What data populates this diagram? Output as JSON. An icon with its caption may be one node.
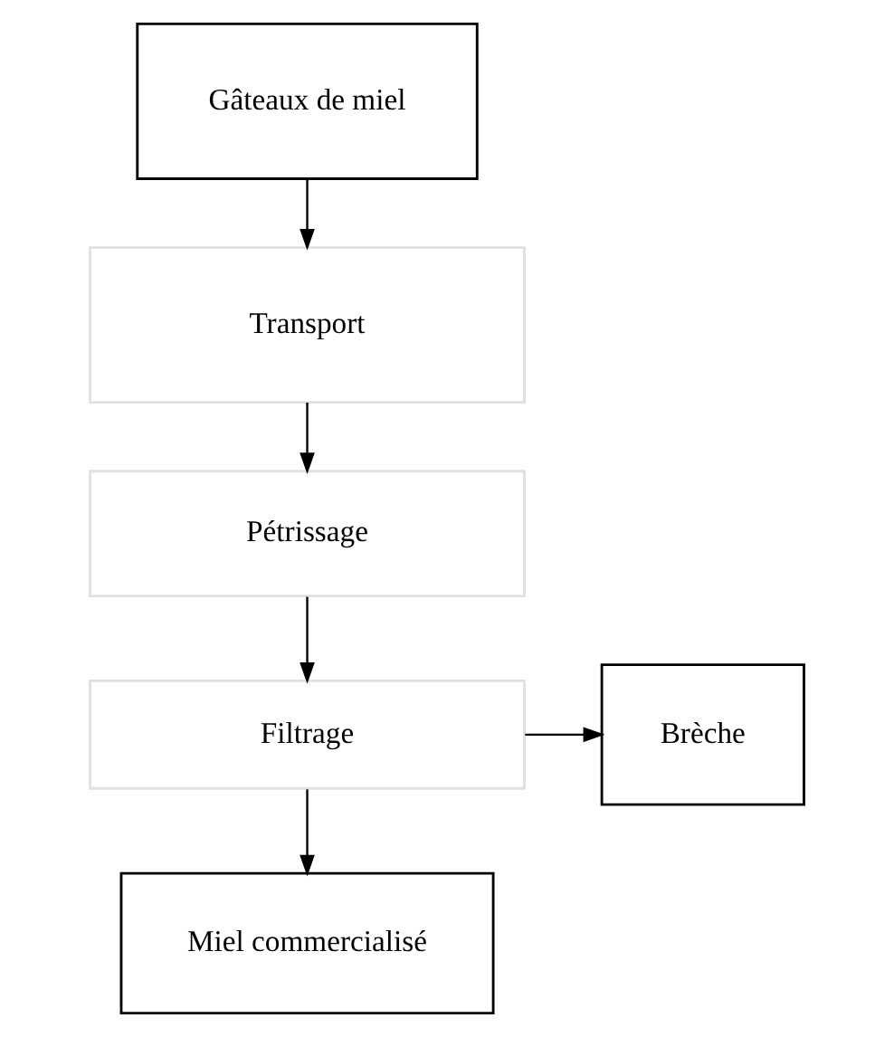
{
  "diagram": {
    "nodes": [
      {
        "text": [
          "Gâteaux de miel"
        ]
      },
      {
        "text": [
          "Transport"
        ]
      },
      {
        "text": [
          "Pétrissage"
        ]
      },
      {
        "text": [
          "Filtrage"
        ]
      },
      {
        "text": [
          "Brèche"
        ]
      },
      {
        "text": [
          "Miel commercialisé"
        ]
      }
    ],
    "edges": [
      {
        "from": 0,
        "to": 1,
        "arrow": "to"
      },
      {
        "from": 1,
        "to": 2,
        "arrow": "to"
      },
      {
        "from": 2,
        "to": 3,
        "arrow": "to"
      },
      {
        "from": 3,
        "to": 4,
        "arrow": "to"
      },
      {
        "from": 3,
        "to": 5,
        "arrow": "to"
      }
    ]
  }
}
